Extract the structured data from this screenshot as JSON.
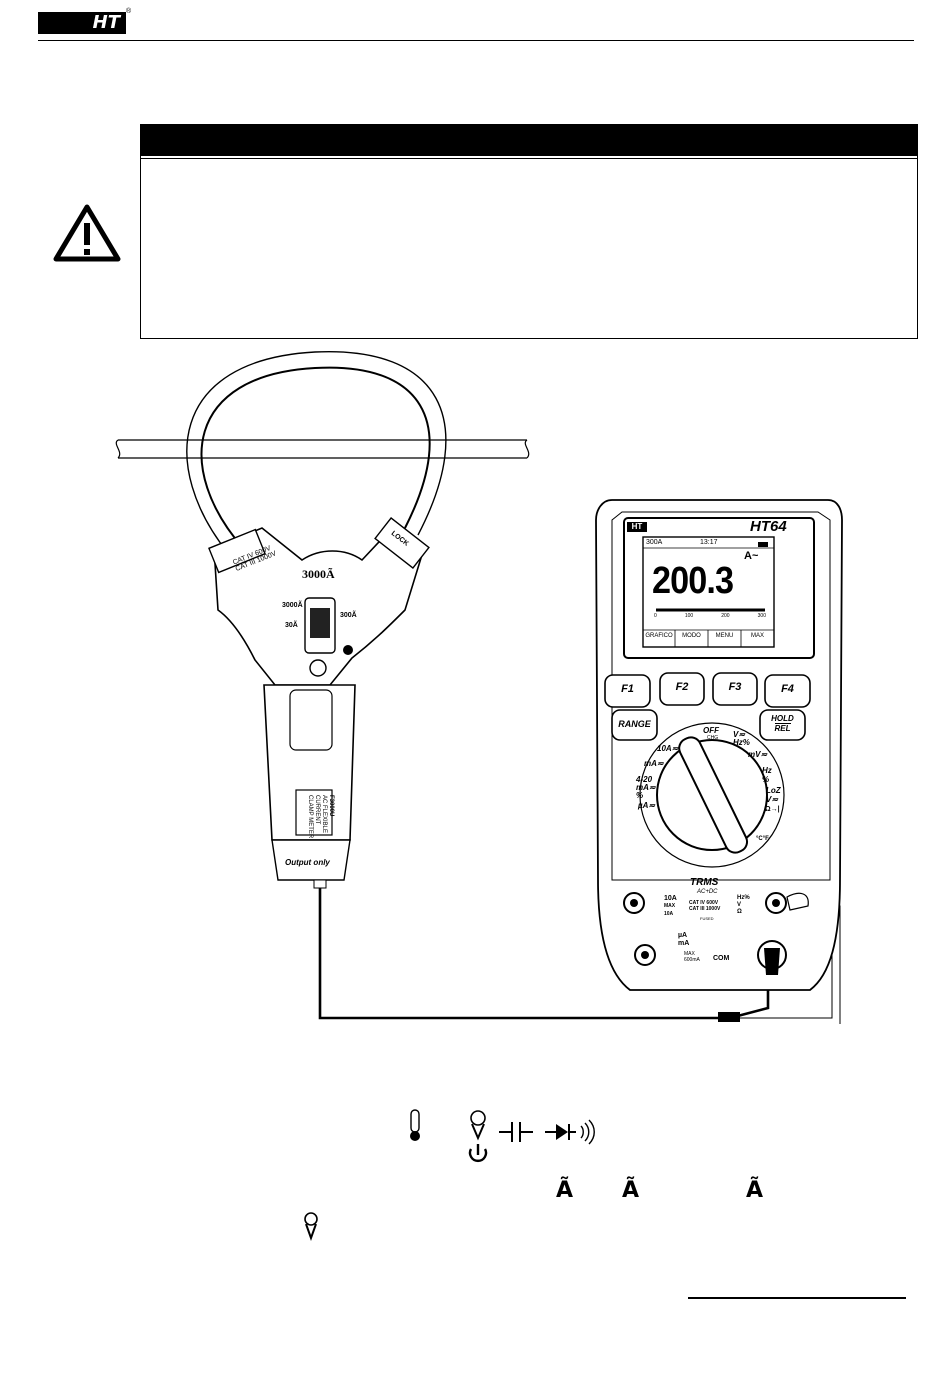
{
  "header": {
    "logo_text": "HT",
    "registered_mark": "®"
  },
  "clamp": {
    "range_label": "3000Ã",
    "cat_rating_1": "CAT IV 600V",
    "cat_rating_2": "CAT III 1000V",
    "range_3000": "3000Ã",
    "range_300": "300Ã",
    "range_30": "30Ã",
    "output_label": "Output only",
    "model_name": "F3000U",
    "model_desc_1": "AC FLEXIBLE",
    "model_desc_2": "CURRENT",
    "model_desc_3": "CLAMP METER",
    "lock_label": "LOCK"
  },
  "meter": {
    "brand": "HT",
    "model": "HT64",
    "status_range": "300A",
    "status_time": "13:17",
    "unit": "A~",
    "reading": "200.3",
    "scale_ticks": [
      "0",
      "100",
      "200",
      "300"
    ],
    "softkeys": [
      "GRAFICO",
      "MODO",
      "MENU",
      "MAX"
    ],
    "fkeys": [
      "F1",
      "F2",
      "F3",
      "F4"
    ],
    "range_button": "RANGE",
    "hold_button_1": "HOLD",
    "hold_button_2": "REL",
    "dial_off": "OFF",
    "dial_chg": "CHG",
    "dial_vhz": "V≂",
    "dial_hz_pct": "Hz%",
    "dial_mv": "mV≂",
    "dial_hz2": "Hz",
    "dial_pct2": "%",
    "dial_loz": "LoZ",
    "dial_lozv": "V≂",
    "dial_ohm": "Ω→|",
    "dial_cf": "°C°F",
    "dial_10a": "10A≂",
    "dial_ma": "mA≂",
    "dial_420": "4-20",
    "dial_420b": "mA≂",
    "dial_pct": "%",
    "dial_ua": "µA≂",
    "trms": "TRMS",
    "acdc": "AC+DC",
    "jack_10a": "10A",
    "jack_10a_max": "MAX",
    "jack_10a_val": "10A",
    "jack_cat1": "CAT IV 600V",
    "jack_cat2": "CAT III 1000V",
    "jack_fused": "FUSED",
    "jack_ua": "µA",
    "jack_ma": "mA",
    "jack_max600": "MAX",
    "jack_600ma": "600mA",
    "jack_com": "COM",
    "jack_right_1": "Hz%",
    "jack_right_2": "V",
    "jack_right_3": "Ω"
  },
  "symbols": {
    "tilde_a": "Ã"
  },
  "colors": {
    "ink": "#000000",
    "paper": "#ffffff"
  }
}
